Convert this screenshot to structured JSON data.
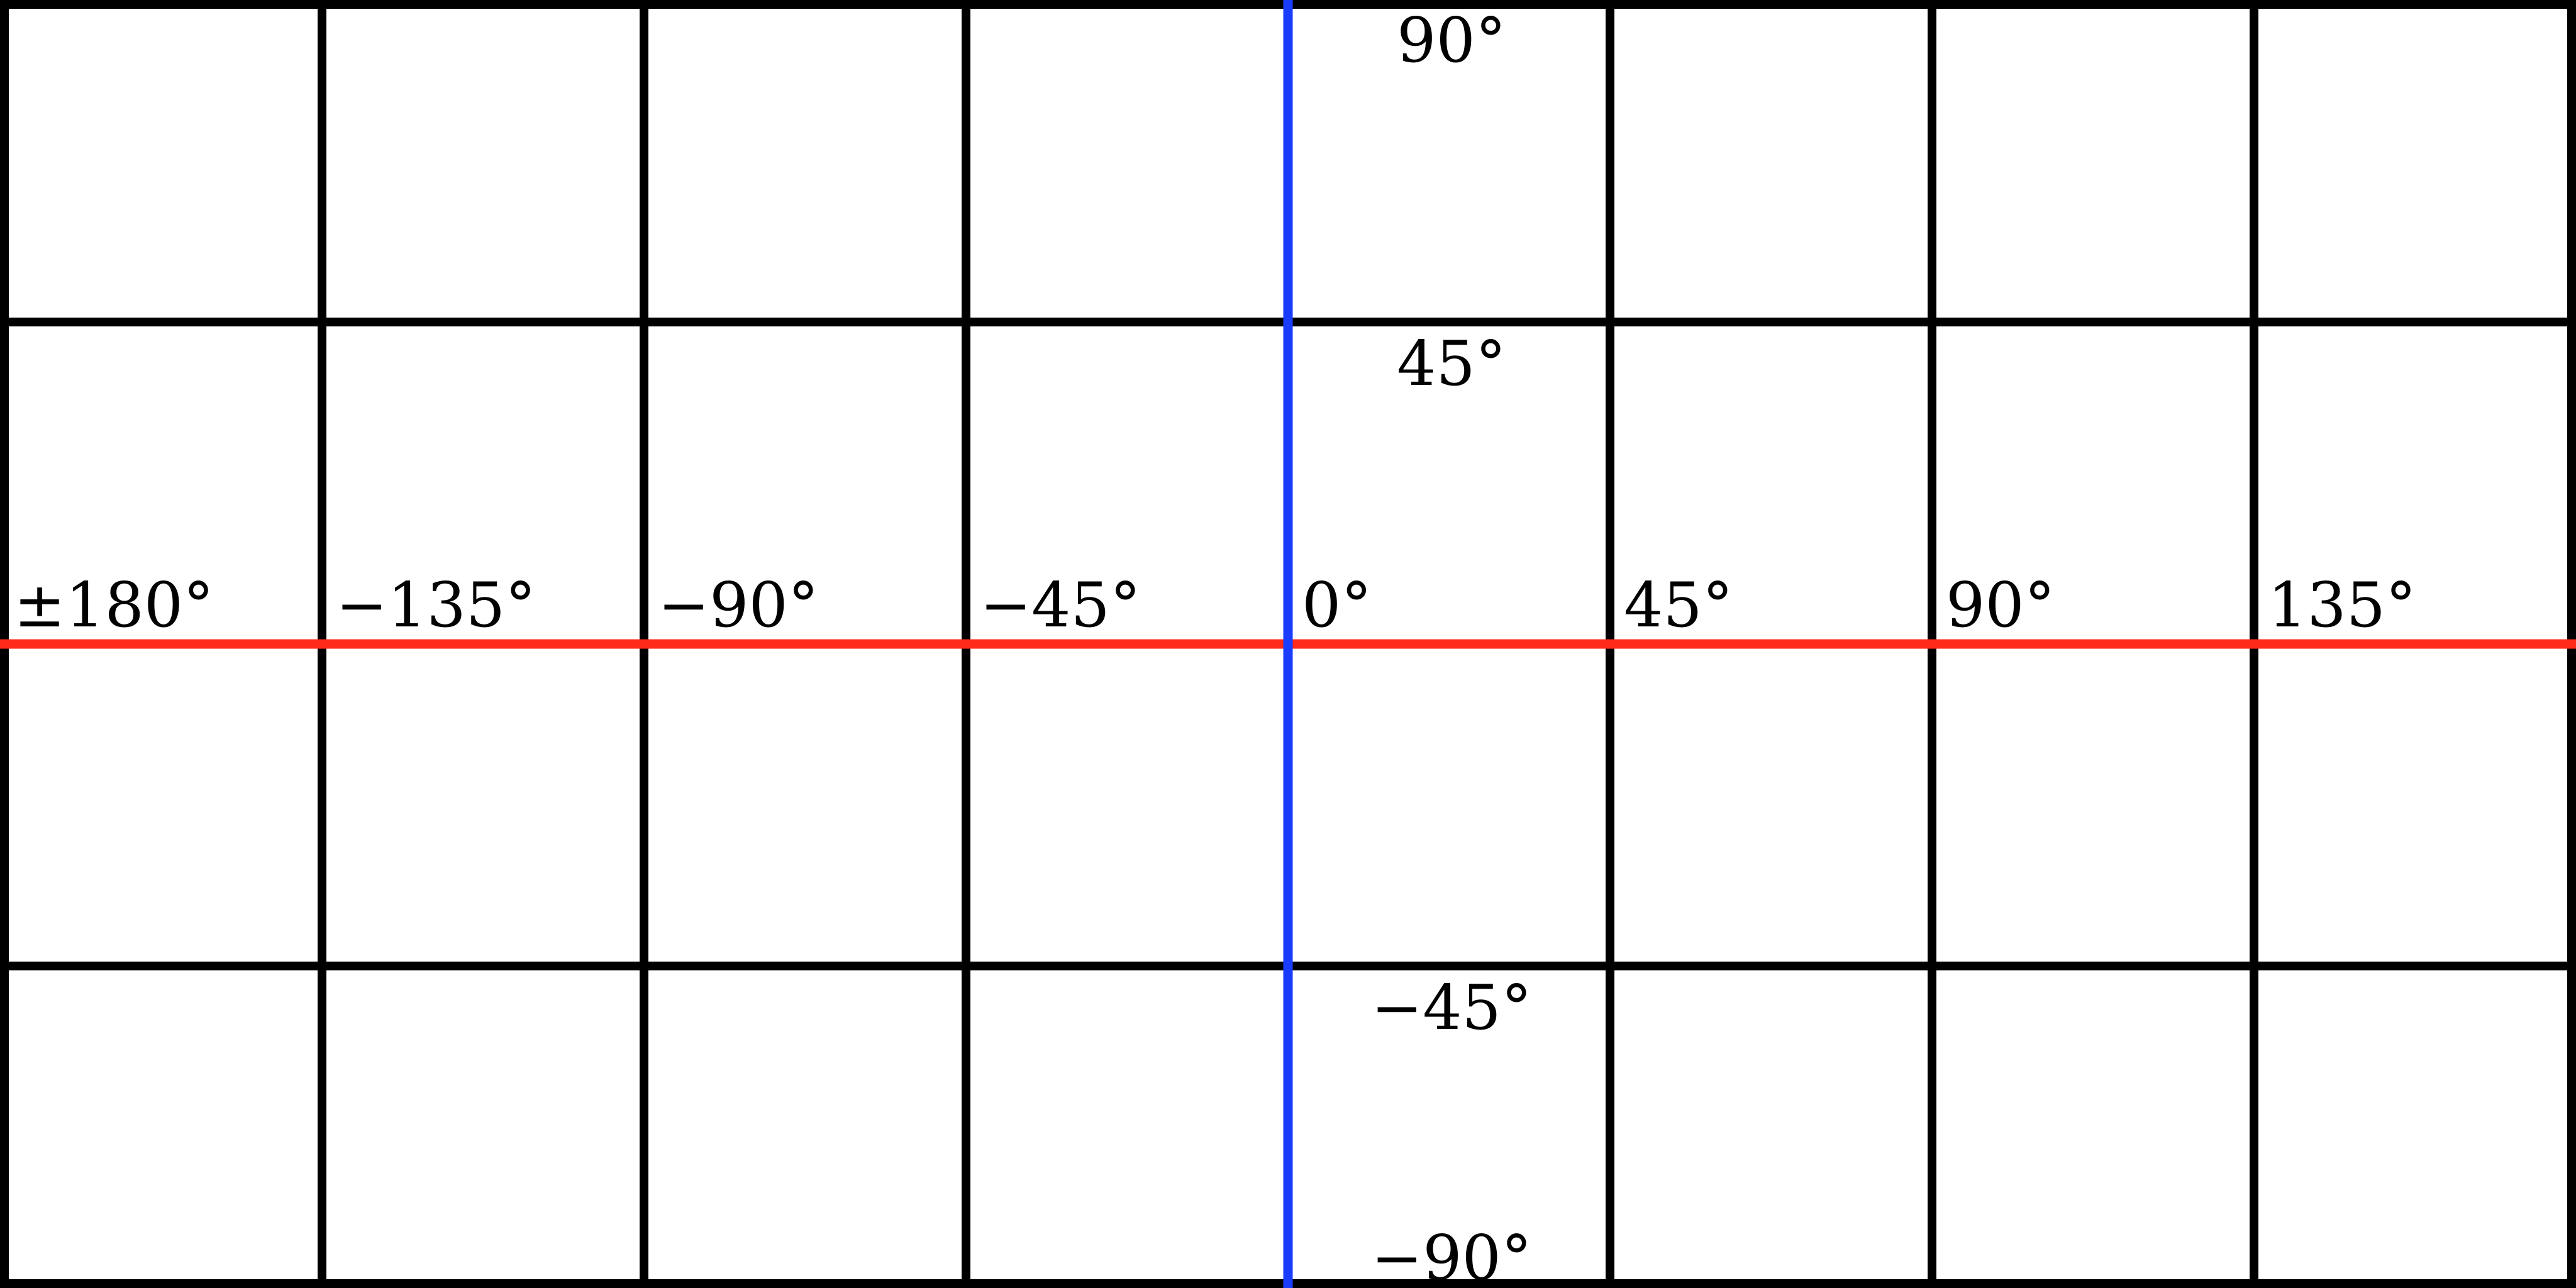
{
  "grid": {
    "line_color": "#000000",
    "background": "#ffffff",
    "longitude_lines": [
      -180,
      -135,
      -90,
      -45,
      0,
      45,
      90,
      135,
      180
    ],
    "latitude_lines": [
      90,
      45,
      0,
      -45,
      -90
    ]
  },
  "axes": {
    "equator": {
      "latitude": 0,
      "color": "#ff2a1a"
    },
    "prime_meridian": {
      "longitude": 0,
      "color": "#1a3cff"
    }
  },
  "longitude_labels": [
    {
      "value": -180,
      "text": "±180°"
    },
    {
      "value": -135,
      "text": "−135°"
    },
    {
      "value": -90,
      "text": "−90°"
    },
    {
      "value": -45,
      "text": "−45°"
    },
    {
      "value": 0,
      "text": "0°"
    },
    {
      "value": 45,
      "text": "45°"
    },
    {
      "value": 90,
      "text": "90°"
    },
    {
      "value": 135,
      "text": "135°"
    }
  ],
  "latitude_labels": [
    {
      "value": 90,
      "text": "90°"
    },
    {
      "value": 45,
      "text": "45°"
    },
    {
      "value": -45,
      "text": "−45°"
    },
    {
      "value": -90,
      "text": "−90°"
    }
  ]
}
